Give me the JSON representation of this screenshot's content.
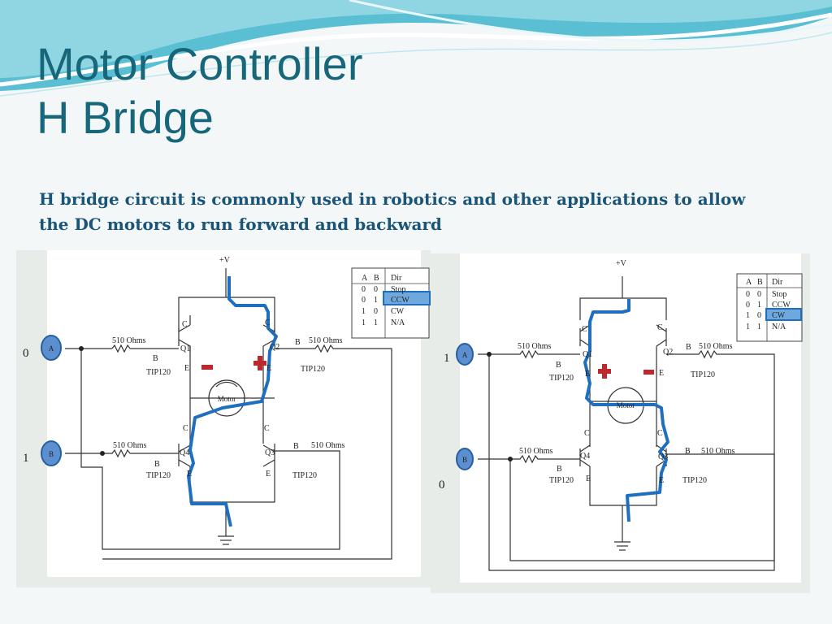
{
  "slide": {
    "title_line1": "Motor Controller",
    "title_line2": "H Bridge",
    "subtitle": "H bridge circuit is commonly used in robotics and other applications to allow the DC motors to run forward and backward"
  },
  "colors": {
    "title": "#17677a",
    "subtitle": "#1a5577",
    "path_highlight": "#1f6fc0",
    "node_fill": "#5b8fd0",
    "marker_red": "#c0272d"
  },
  "diagrams": [
    {
      "supply": "+V",
      "left_resistor": "510 Ohms",
      "right_resistor": "510 Ohms",
      "q1": "Q1",
      "q2": "Q2",
      "q3": "Q3",
      "q4": "Q4",
      "part_number": "TIP120",
      "c": "C",
      "b": "B",
      "e": "E",
      "motor": "Motor",
      "input_a": "A",
      "input_b": "B",
      "value_a": "0",
      "value_b": "1",
      "truth_table": {
        "headers": [
          "A",
          "B",
          "Dir"
        ],
        "rows": [
          [
            "0",
            "0",
            "Stop"
          ],
          [
            "0",
            "1",
            "CCW"
          ],
          [
            "1",
            "0",
            "CW"
          ],
          [
            "1",
            "1",
            "N/A"
          ]
        ],
        "highlighted": "CCW"
      }
    },
    {
      "supply": "+V",
      "left_resistor": "510 Ohms",
      "right_resistor": "510 Ohms",
      "q1": "Q1",
      "q2": "Q2",
      "q3": "Q3",
      "q4": "Q4",
      "part_number": "TIP120",
      "c": "C",
      "b": "B",
      "e": "E",
      "motor": "Motor",
      "input_a": "A",
      "input_b": "B",
      "value_a": "1",
      "value_b": "0",
      "truth_table": {
        "headers": [
          "A",
          "B",
          "Dir"
        ],
        "rows": [
          [
            "0",
            "0",
            "Stop"
          ],
          [
            "0",
            "1",
            "CCW"
          ],
          [
            "1",
            "0",
            "CW"
          ],
          [
            "1",
            "1",
            "N/A"
          ]
        ],
        "highlighted": "CW"
      }
    }
  ]
}
